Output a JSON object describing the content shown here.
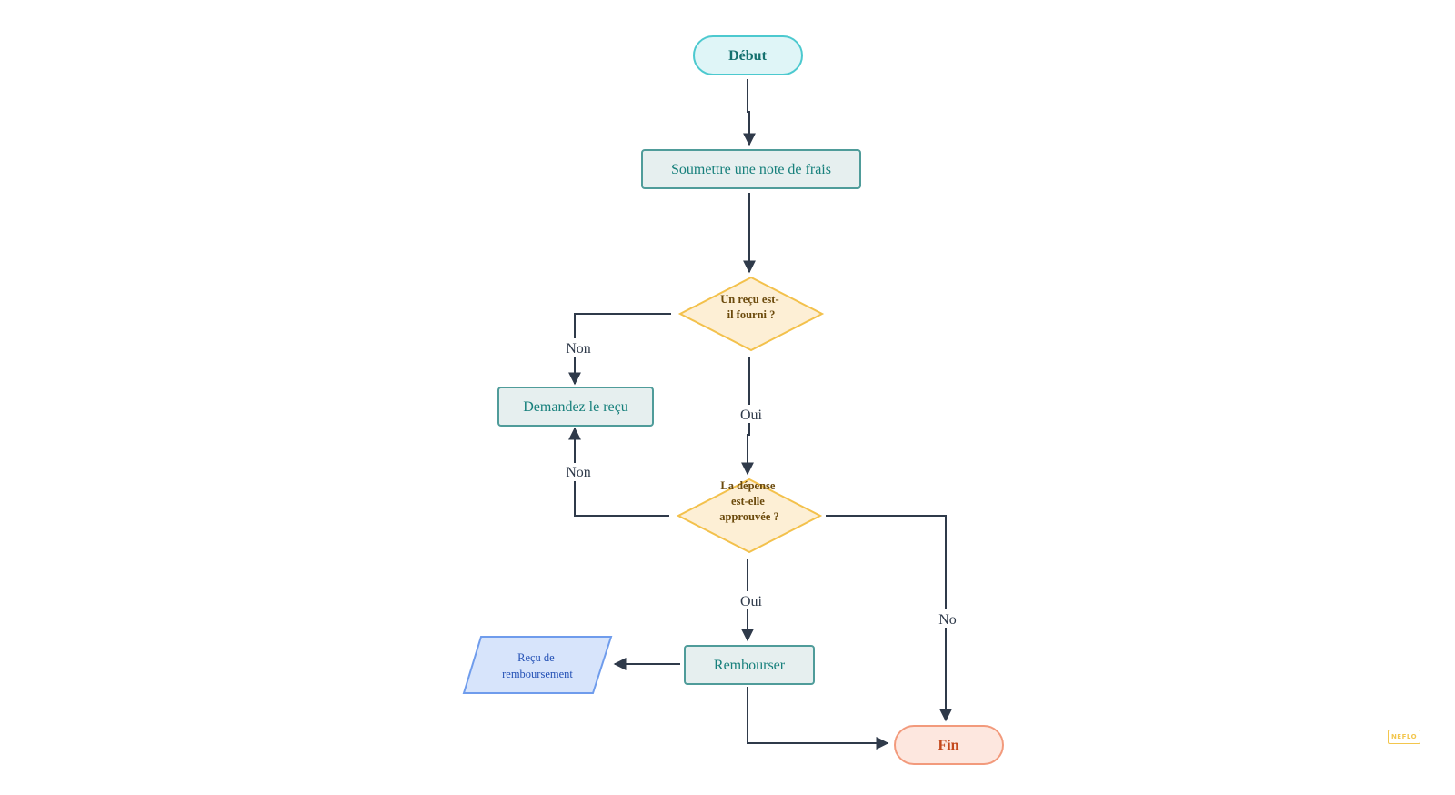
{
  "nodes": {
    "start": {
      "label": "Début"
    },
    "submit": {
      "label": "Soumettre une note de frais"
    },
    "receipt_decision": {
      "lines": [
        "Un reçu est-",
        "il fourni ?"
      ]
    },
    "request_receipt": {
      "label": "Demandez le reçu"
    },
    "approved_decision": {
      "lines": [
        "La dépense",
        "est-elle",
        "approuvée ?"
      ]
    },
    "reimburse": {
      "label": "Rembourser"
    },
    "reimbursement_receipt": {
      "lines": [
        "Reçu de",
        "remboursement"
      ]
    },
    "end": {
      "label": "Fin"
    }
  },
  "edges": {
    "receipt_no": "Non",
    "receipt_yes": "Oui",
    "approved_no_left": "Non",
    "approved_yes": "Oui",
    "approved_no_right": "No"
  },
  "watermark": "NEFLO",
  "colors": {
    "line": "#2f3a4a",
    "terminal_start_fill": "#dff5f7",
    "terminal_start_stroke": "#4cc9cf",
    "terminal_start_text": "#15716f",
    "process_fill": "#e6efef",
    "process_stroke": "#4f9c9a",
    "process_text": "#17807c",
    "decision_fill": "#fdefd5",
    "decision_stroke": "#f3c14c",
    "decision_text": "#6b4a0c",
    "io_fill": "#d7e4fb",
    "io_stroke": "#6f9cec",
    "io_text": "#2350b5",
    "terminal_end_fill": "#fde7df",
    "terminal_end_stroke": "#f29a7c",
    "terminal_end_text": "#c4481c"
  }
}
